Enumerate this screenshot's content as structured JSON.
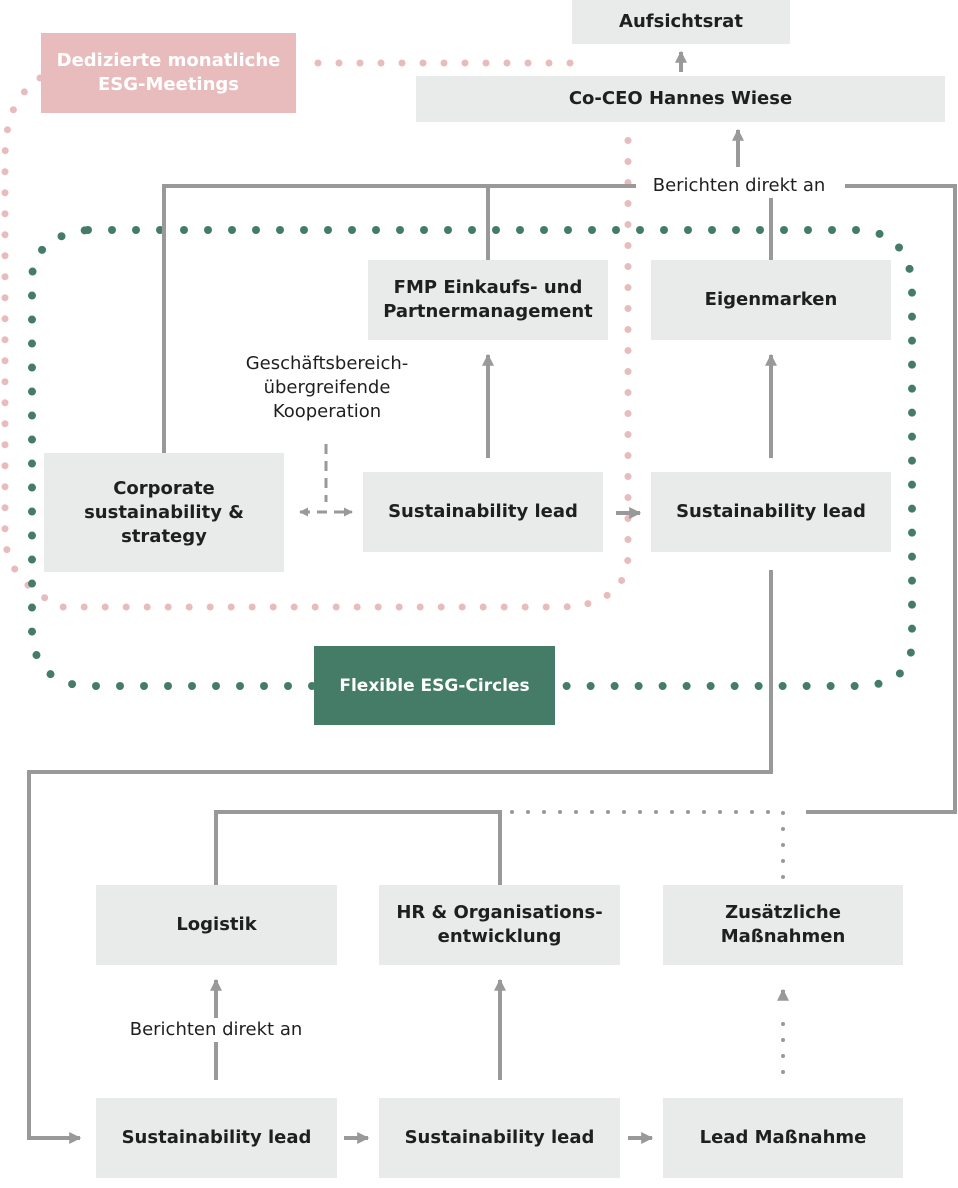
{
  "nodes": {
    "aufsichtsrat": "Aufsichtsrat",
    "coceo": "Co-CEO Hannes Wiese",
    "esg_meetings": "Dedizierte monatliche ESG-Meetings",
    "fmp": "FMP Einkaufs- und Partnermanagement",
    "eigenmarken": "Eigenmarken",
    "corporate": "Corporate sustainability & strategy",
    "sust_lead_fmp": "Sustainability lead",
    "sust_lead_eigen": "Sustainability lead",
    "esg_circles": "Flexible ESG-Circles",
    "logistik": "Logistik",
    "hr": "HR & Organisations-entwicklung",
    "zusaetzliche": "Zusätzliche Maßnahmen",
    "sust_lead_logistik": "Sustainability lead",
    "sust_lead_hr": "Sustainability lead",
    "lead_massnahme": "Lead Maßnahme"
  },
  "labels": {
    "berichten_top": "Berichten direkt an",
    "kooperation": "Geschäftsbereich-\nübergreifende\nKooperation",
    "berichten_bottom": "Berichten direkt an"
  },
  "colors": {
    "box_gray": "#e9eaea",
    "line_gray": "#999999",
    "pink": "#e8bcbc",
    "green": "#447c68"
  }
}
